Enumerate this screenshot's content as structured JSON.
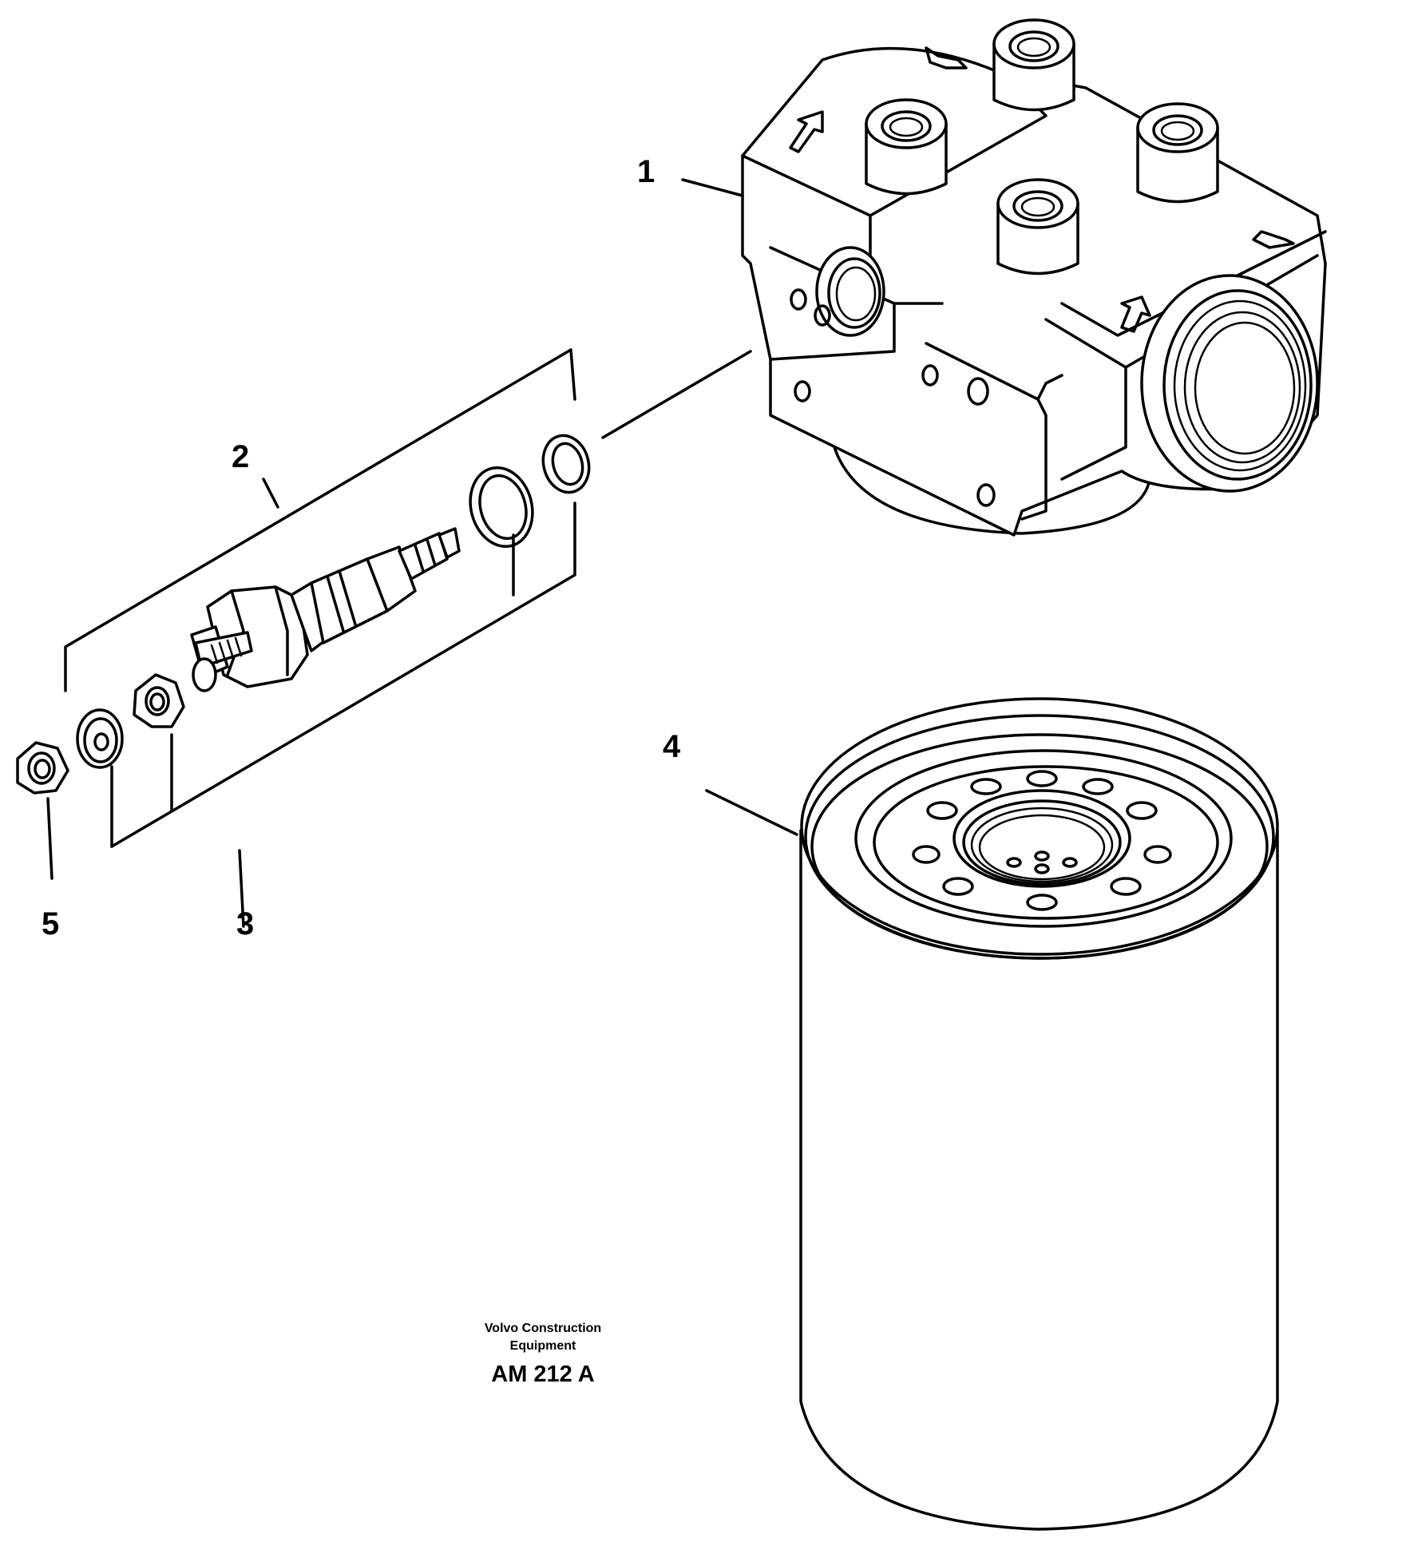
{
  "diagram": {
    "callouts": {
      "item_1": "1",
      "item_2": "2",
      "item_3": "3",
      "item_4": "4",
      "item_5": "5"
    },
    "publisher_line_1": "Volvo Construction",
    "publisher_line_2": "Equipment",
    "drawing_code": "AM 212 A"
  }
}
